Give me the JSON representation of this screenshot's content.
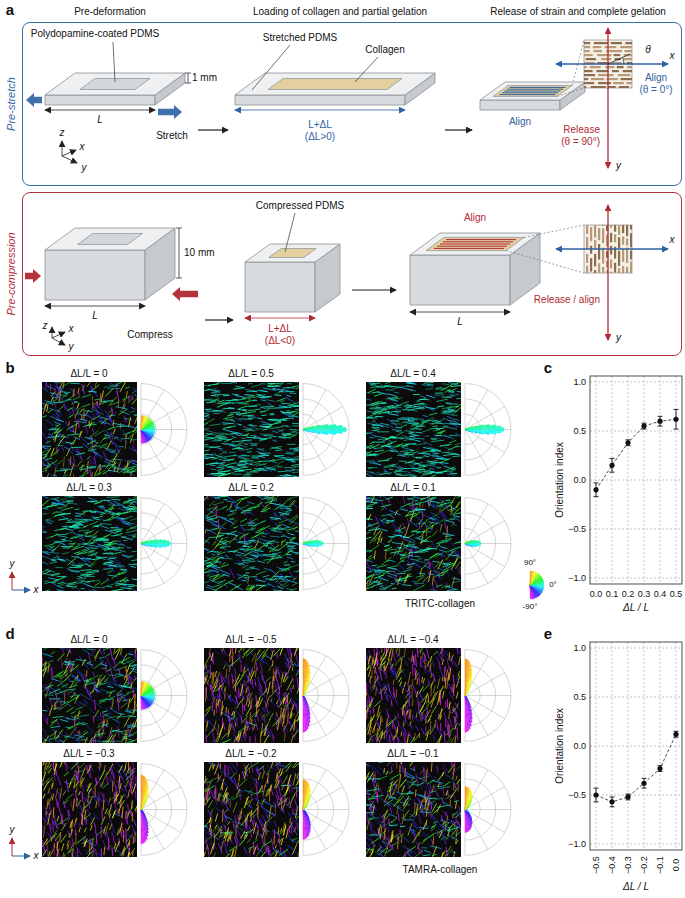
{
  "diagram": {
    "nodes": [
      {
        "text": [
          "Pre-stretch"
        ]
      },
      {
        "text": [
          "Pre-compression"
        ]
      }
    ],
    "labels": [
      "a",
      "Pre-deformation",
      "Loading of collagen and partial gelation",
      "Release of strain and complete gelation",
      "Polydopamine-coated PDMS",
      "1 mm",
      "L",
      "z",
      "x",
      "y",
      "Stretch",
      "Stretched PDMS",
      "Collagen",
      "L+ΔL (ΔL>0)",
      "Align",
      "θ",
      "x",
      "Align",
      "(θ = 0°)",
      "y",
      "Release",
      "(θ = 90°)",
      "10 mm",
      "L",
      "z",
      "x",
      "y",
      "Compress",
      "Compressed PDMS",
      "L+ΔL (ΔL<0)",
      "Align",
      "L",
      "x",
      "y",
      "Release / align",
      "b",
      "ΔL/L = 0",
      "ΔL/L = 0.5",
      "ΔL/L = 0.4",
      "ΔL/L = 0.3",
      "ΔL/L = 0.2",
      "ΔL/L = 0.1",
      "TRITC-collagen",
      "y",
      "x",
      "90°",
      "0°",
      "-90°",
      "c",
      "Orientation index",
      "1.0",
      "0.5",
      "0.0",
      "−0.5",
      "−1.0",
      "0.0",
      "0.1",
      "0.2",
      "0.3",
      "0.4",
      "0.5",
      "ΔL / L",
      "d",
      "ΔL/L = 0",
      "ΔL/L = −0.5",
      "ΔL/L = −0.4",
      "ΔL/L = −0.3",
      "ΔL/L = −0.2",
      "ΔL/L = −0.1",
      "TAMRA-collagen",
      "y",
      "x",
      "e",
      "Orientation index",
      "1.0",
      "0.5",
      "0.0",
      "−0.5",
      "−1.0",
      "−0.5",
      "−0.4",
      "−0.3",
      "−0.2",
      "−0.1",
      "0.0",
      "ΔL / L"
    ]
  }
}
